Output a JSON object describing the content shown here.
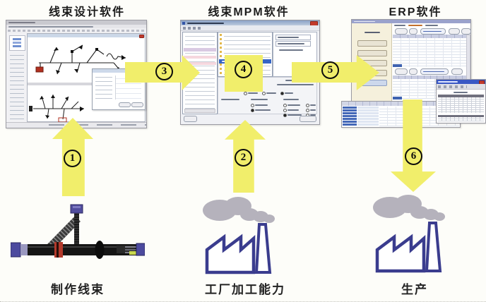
{
  "software": {
    "design": {
      "title": "线束设计软件"
    },
    "mpm": {
      "title": "线束MPM软件"
    },
    "erp": {
      "title": "ERP软件"
    }
  },
  "captions": {
    "make_harness": "制作线束",
    "factory_capacity": "工厂加工能力",
    "production": "生产"
  },
  "steps": [
    {
      "number": "1"
    },
    {
      "number": "2"
    },
    {
      "number": "3"
    },
    {
      "number": "4"
    },
    {
      "number": "5"
    },
    {
      "number": "6"
    }
  ],
  "colors": {
    "arrow_yellow": "#f1ee6b",
    "factory_outline": "#3a3c8e",
    "smoke_gray": "#b5b2bc",
    "selection_blue": "#3565c5",
    "overlay_title_blue": "#3a58c4",
    "connector_purple": "#4c4a9e",
    "red_accent": "#b3392b"
  }
}
